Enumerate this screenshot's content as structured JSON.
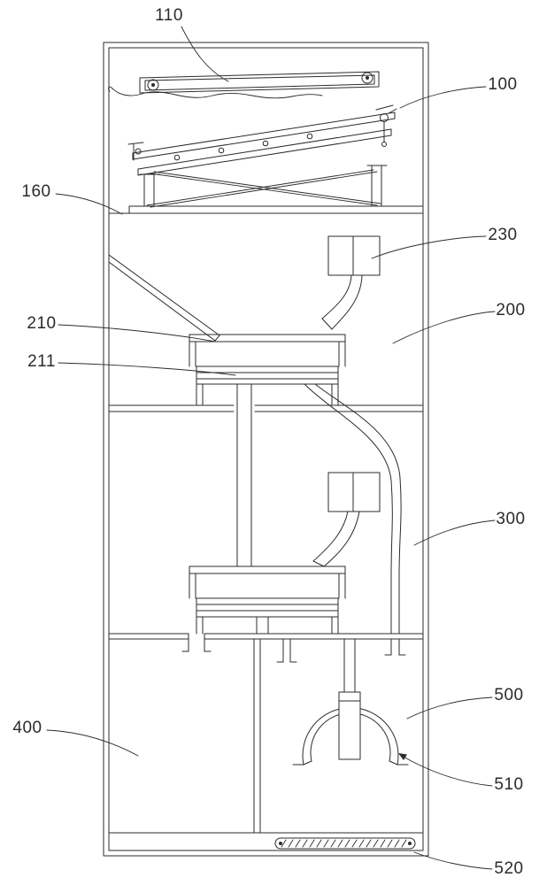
{
  "theme": {
    "background": "#ffffff",
    "ink": "#2b2b2b"
  },
  "figure": {
    "callouts": [
      {
        "ref": "110",
        "text": "110"
      },
      {
        "ref": "100",
        "text": "100"
      },
      {
        "ref": "160",
        "text": "160"
      },
      {
        "ref": "230",
        "text": "230"
      },
      {
        "ref": "210",
        "text": "210"
      },
      {
        "ref": "211",
        "text": "211"
      },
      {
        "ref": "200",
        "text": "200"
      },
      {
        "ref": "300",
        "text": "300"
      },
      {
        "ref": "400",
        "text": "400"
      },
      {
        "ref": "500",
        "text": "500"
      },
      {
        "ref": "510",
        "text": "510"
      },
      {
        "ref": "520",
        "text": "520"
      }
    ]
  }
}
